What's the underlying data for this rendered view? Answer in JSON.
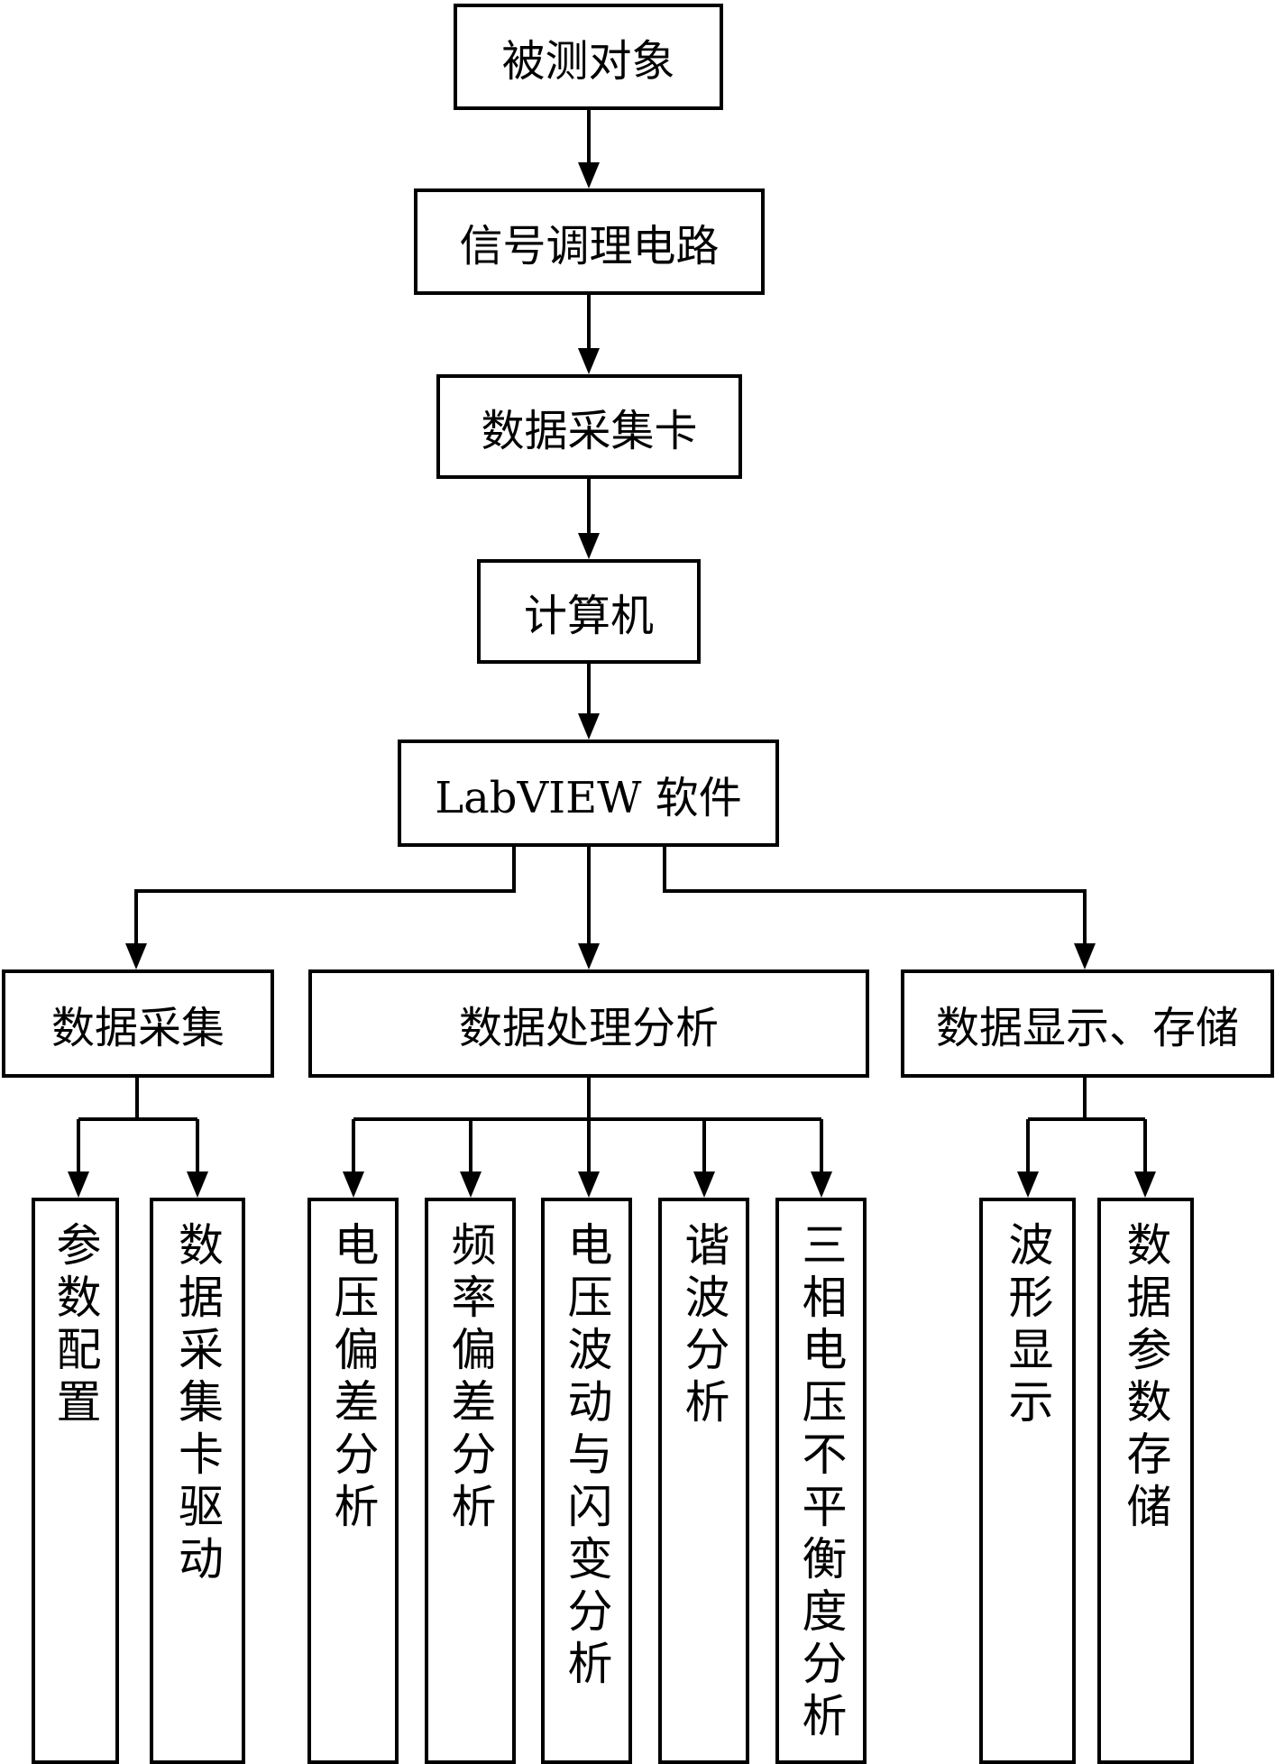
{
  "top_chain": [
    "被测对象",
    "信号调理电路",
    "数据采集卡",
    "计算机",
    "LabVIEW 软件"
  ],
  "modules": [
    {
      "label": "数据采集",
      "children": [
        "参数配置",
        "数据采集卡驱动"
      ]
    },
    {
      "label": "数据处理分析",
      "children": [
        "电压偏差分析",
        "频率偏差分析",
        "电压波动与闪变分析",
        "谐波分析",
        "三相电压不平衡度分析"
      ]
    },
    {
      "label": "数据显示、存储",
      "children": [
        "波形显示",
        "数据参数存储"
      ]
    }
  ]
}
